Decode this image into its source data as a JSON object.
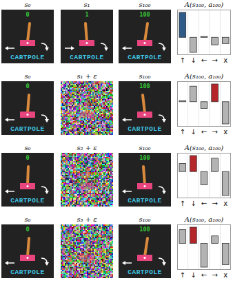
{
  "diagram": {
    "nodes": [
      {
        "text": [
          "0",
          "CARTPOLE"
        ]
      },
      {
        "text": [
          "1",
          "CARTPOLE"
        ]
      },
      {
        "text": [
          "100",
          "CARTPOLE"
        ]
      },
      {
        "text": [
          "0",
          "CARTPOLE"
        ]
      },
      {
        "text": [
          "100",
          "CARTPOLE"
        ]
      },
      {
        "text": [
          "0",
          "CARTPOLE"
        ]
      },
      {
        "text": [
          "100",
          "CARTPOLE"
        ]
      },
      {
        "text": [
          "0",
          "CARTPOLE"
        ]
      },
      {
        "text": [
          "100",
          "CARTPOLE"
        ]
      }
    ],
    "labels": [
      "s₀",
      "s₁",
      "s₁₀₀",
      "A(s₁₀₀, a₁₀₀)",
      "↑",
      "↓",
      "←",
      "→",
      "x",
      "s₀",
      "s₁ + ε",
      "s₁₀₀",
      "A(s₁₀₀, a₁₀₀)",
      "↑",
      "↓",
      "←",
      "→",
      "x",
      "s₀",
      "s₂ + ε",
      "s₁₀₀",
      "A(s₁₀₀, a₁₀₀)",
      "↑",
      "↓",
      "←",
      "→",
      "x",
      "s₀",
      "s₃ + ε",
      "s₁₀₀",
      "A(s₁₀₀, a₁₀₀)",
      "↑",
      "↓",
      "←",
      "→",
      "x"
    ]
  }
}
